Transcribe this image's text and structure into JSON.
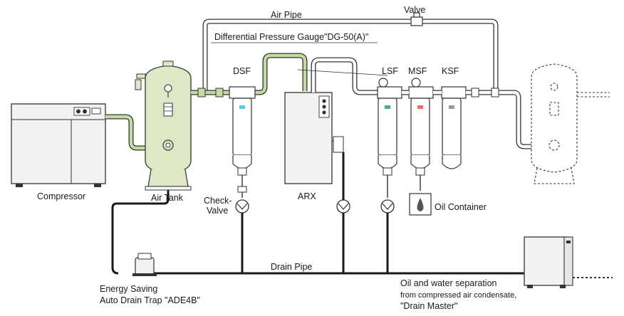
{
  "labels": {
    "air_pipe": "Air Pipe",
    "valve": "Valve",
    "gauge": "Differential Pressure Gauge\"DG-50(A)\"",
    "dsf": "DSF",
    "lsf": "LSF",
    "msf": "MSF",
    "ksf": "KSF",
    "compressor": "Compressor",
    "air_tank": "Air Tank",
    "check_valve_1": "Check-",
    "check_valve_2": "Valve",
    "arx": "ARX",
    "oil_container": "Oil Container",
    "drain_pipe": "Drain Pipe",
    "trap_1": "Energy Saving",
    "trap_2": "Auto Drain Trap \"ADE4B\"",
    "drain_master_1": "Oil and water separation",
    "drain_master_2": "from compressed air condensate,",
    "drain_master_3": "\"Drain Master\""
  },
  "colors": {
    "tank_fill": "#dfe8c6",
    "pipe_green": "#c6dba2",
    "dsf_indicator": "#5ec3e8",
    "lsf_indicator": "#3fb08a",
    "msf_indicator": "#ef6a6a",
    "ksf_indicator": "#9a9a9a"
  },
  "icons": [
    "compressor-unit",
    "air-tank",
    "filter-housing",
    "check-valve",
    "drain-trap",
    "oil-drop",
    "drain-master-unit",
    "valve"
  ]
}
